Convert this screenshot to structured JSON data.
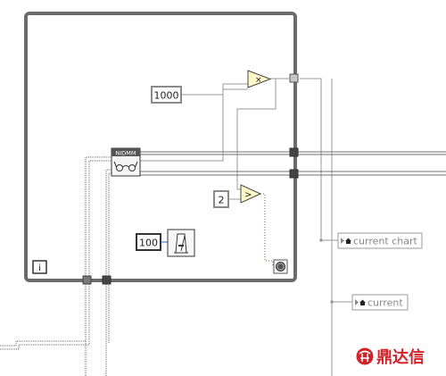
{
  "constants": {
    "multiplier": "1000",
    "threshold": "2",
    "wait_ms": "100"
  },
  "nodes": {
    "daq_vi": "NIDMM",
    "multiply_symbol": "×",
    "greater_symbol": ">",
    "iteration_terminal": "i"
  },
  "locals": {
    "current_chart": "current chart",
    "current": "current"
  },
  "watermark": {
    "text": "鼎达信"
  },
  "colors": {
    "loop_border": "#6b6b6b",
    "numeric_wire": "#9a9a9a",
    "cluster_wire": "#808080",
    "watermark_red": "#d2232a"
  },
  "icons": {
    "metronome": "wait-ms-icon",
    "stop": "stop-terminal-icon",
    "local_arrow": "local-variable-arrow-icon"
  }
}
